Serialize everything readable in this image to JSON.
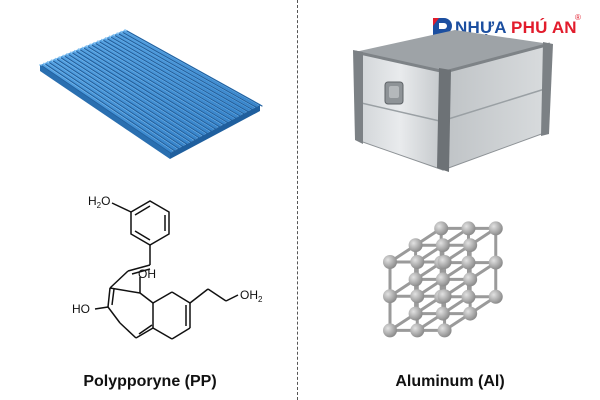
{
  "logo": {
    "brand_part1": "NHỰA",
    "brand_part2": "PHÚ AN",
    "registered_mark": "®",
    "icon": "p-logo-icon",
    "colors": {
      "blue": "#1c4fa0",
      "red": "#e21c2c"
    }
  },
  "left_panel": {
    "caption": "Polypporyne (PP)",
    "molecule_labels": {
      "h2o_top": {
        "main": "H",
        "sub": "2",
        "tail": "O"
      },
      "oh_right": "OH",
      "ho_left": "HO",
      "oh2_chain": {
        "main": "OH",
        "sub": "2"
      }
    },
    "sheet_color": "#3d8fd6"
  },
  "right_panel": {
    "caption": "Aluminum (Al)",
    "atom_color": "#a9a9a9"
  }
}
